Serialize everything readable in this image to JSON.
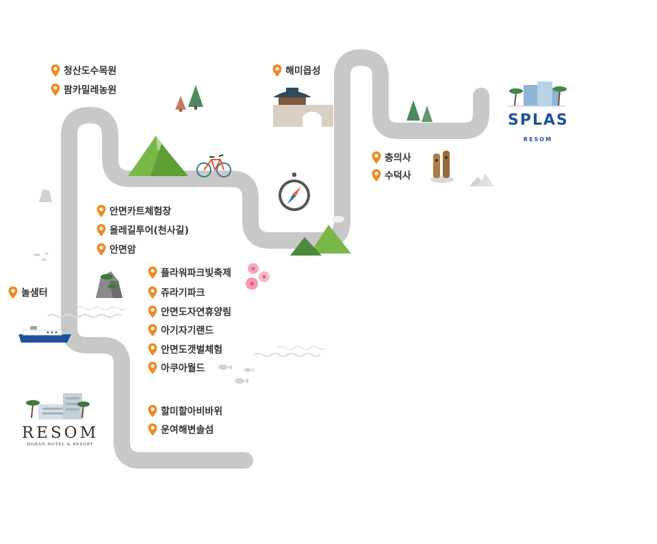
{
  "road": {
    "color": "#c8c8c8"
  },
  "pin": {
    "color": "#f08a24"
  },
  "places": [
    {
      "id": "cheongsan",
      "label": "청산도수목원"
    },
    {
      "id": "palmcarillon",
      "label": "팜카밀레농원"
    },
    {
      "id": "haemieupseong",
      "label": "해미읍성"
    },
    {
      "id": "chungeuisa",
      "label": "충의사"
    },
    {
      "id": "sudeoksa",
      "label": "수덕사"
    },
    {
      "id": "anmyeon-kart",
      "label": "안면카트체험장"
    },
    {
      "id": "olle-tour",
      "label": "올레길투어(천사길)"
    },
    {
      "id": "anmyeonam",
      "label": "안면암"
    },
    {
      "id": "flower-festival",
      "label": "플라워파크빛축제"
    },
    {
      "id": "jurassic-park",
      "label": "쥬라기파크"
    },
    {
      "id": "forest",
      "label": "안면도자연휴양림"
    },
    {
      "id": "baby-giraffe",
      "label": "아기자기랜드"
    },
    {
      "id": "mudflat",
      "label": "안면도갯벌체험"
    },
    {
      "id": "aquaworld",
      "label": "아쿠아월드"
    },
    {
      "id": "nolsaemteo",
      "label": "놀샘터"
    },
    {
      "id": "grandparent-rock",
      "label": "할미할아비바위"
    },
    {
      "id": "unyeo-beach",
      "label": "운여해변솔섬"
    }
  ],
  "logos": {
    "splas": {
      "word": "SPLAS",
      "sub": "RESOM",
      "color": "#1f4f9e"
    },
    "resom": {
      "word": "RESOM",
      "sub": "HORAN HOTEL & RESORT",
      "color": "#3b2a22"
    }
  }
}
